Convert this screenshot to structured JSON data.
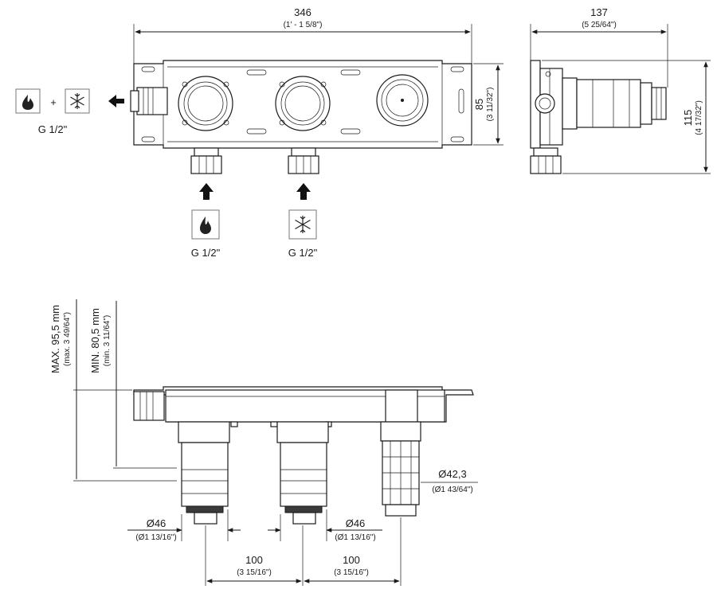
{
  "front_view": {
    "width_mm": "346",
    "width_in": "(1' - 1 5/8\")",
    "height_mm": "85",
    "height_in": "(3 11/32\")"
  },
  "side_view": {
    "width_mm": "137",
    "width_in": "(5 25/64\")",
    "height_mm": "115",
    "height_in": "(4 17/32\")"
  },
  "connections": {
    "outlet_label": "G 1/2\"",
    "hot_inlet_label": "G 1/2\"",
    "cold_inlet_label": "G 1/2\"",
    "plus_sign": "+",
    "hot_icon": "flame-icon",
    "cold_icon": "snowflake-icon"
  },
  "section_view": {
    "max_depth_mm": "MAX. 95,5 mm",
    "max_depth_in": "(max. 3 49/64\")",
    "min_depth_mm": "MIN. 80,5 mm",
    "min_depth_in": "(min. 3 11/64\")",
    "dia_right_mm": "Ø42,3",
    "dia_right_in": "(Ø1 43/64\")",
    "dia_left_mm": "Ø46",
    "dia_left_in": "(Ø1 13/16\")",
    "dia_mid_mm": "Ø46",
    "dia_mid_in": "(Ø1 13/16\")",
    "spacing_left_mm": "100",
    "spacing_left_in": "(3 15/16\")",
    "spacing_right_mm": "100",
    "spacing_right_in": "(3 15/16\")"
  }
}
